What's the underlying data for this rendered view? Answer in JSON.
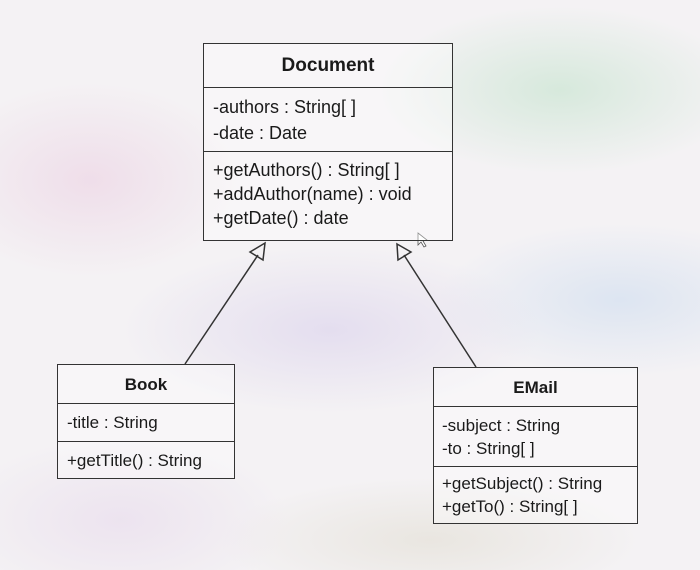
{
  "classes": {
    "document": {
      "name": "Document",
      "attributes": [
        "-authors : String[ ]",
        "-date : Date"
      ],
      "operations": [
        "+getAuthors() : String[ ]",
        "+addAuthor(name) : void",
        "+getDate() : date"
      ]
    },
    "book": {
      "name": "Book",
      "attributes": [
        "-title : String"
      ],
      "operations": [
        "+getTitle() : String"
      ]
    },
    "email": {
      "name": "EMail",
      "attributes": [
        "-subject : String",
        "-to : String[ ]"
      ],
      "operations": [
        "+getSubject() : String",
        "+getTo() : String[ ]"
      ]
    }
  },
  "relationships": [
    {
      "type": "generalization",
      "from": "Book",
      "to": "Document"
    },
    {
      "type": "generalization",
      "from": "EMail",
      "to": "Document"
    }
  ]
}
